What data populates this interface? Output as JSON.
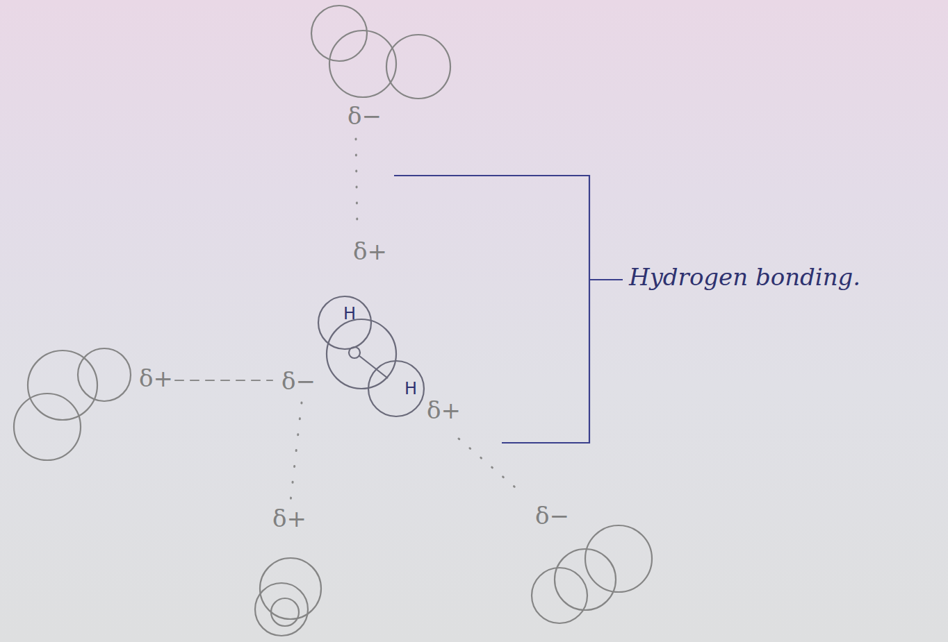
{
  "diagram": {
    "labels": [
      "δ−",
      "δ+",
      "H",
      "H",
      "δ+",
      "δ−",
      "δ+",
      "δ+",
      "δ−",
      "Hydrogen bonding."
    ]
  }
}
